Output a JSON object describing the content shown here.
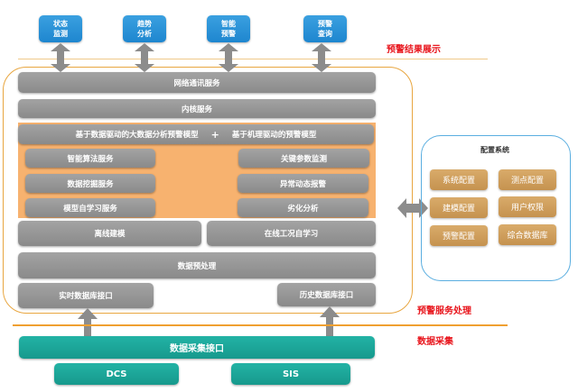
{
  "display_layer": {
    "boxes": [
      {
        "label": "状态\n监测"
      },
      {
        "label": "趋势\n分析"
      },
      {
        "label": "智能\n预警"
      },
      {
        "label": "预警\n查询"
      }
    ],
    "section_label": "预警结果展示"
  },
  "service_layer": {
    "network_service": "网络通讯服务",
    "kernel_service": "内核服务",
    "model_header": {
      "left": "基于数据驱动的大数据分析预警模型",
      "plus": "+",
      "right": "基于机理驱动的预警模型"
    },
    "left_services": [
      "智能算法服务",
      "数据挖掘服务",
      "模型自学习服务"
    ],
    "right_services": [
      "关键参数监测",
      "异常动态报警",
      "劣化分析"
    ],
    "offline_modeling": "离线建模",
    "online_learning": "在线工况自学习",
    "preprocessing": "数据预处理",
    "realtime_db": "实时数据库接口",
    "history_db": "历史数据库接口",
    "section_label": "预警服务处理"
  },
  "config_system": {
    "title": "配置系统",
    "items": [
      "系统配置",
      "测点配置",
      "建模配置",
      "用户权限",
      "预警配置",
      "综合数据库"
    ]
  },
  "collection_layer": {
    "interface": "数据采集接口",
    "sources": [
      "DCS",
      "SIS"
    ],
    "section_label": "数据采集"
  },
  "colors": {
    "blue": "#1e86cf",
    "gray": "#8a8a8a",
    "orange": "#f7b26f",
    "teal": "#17998d",
    "gold": "#c5924f",
    "red": "#e8141b",
    "outline_orange": "#e8a640",
    "outline_blue": "#5aaee0"
  }
}
